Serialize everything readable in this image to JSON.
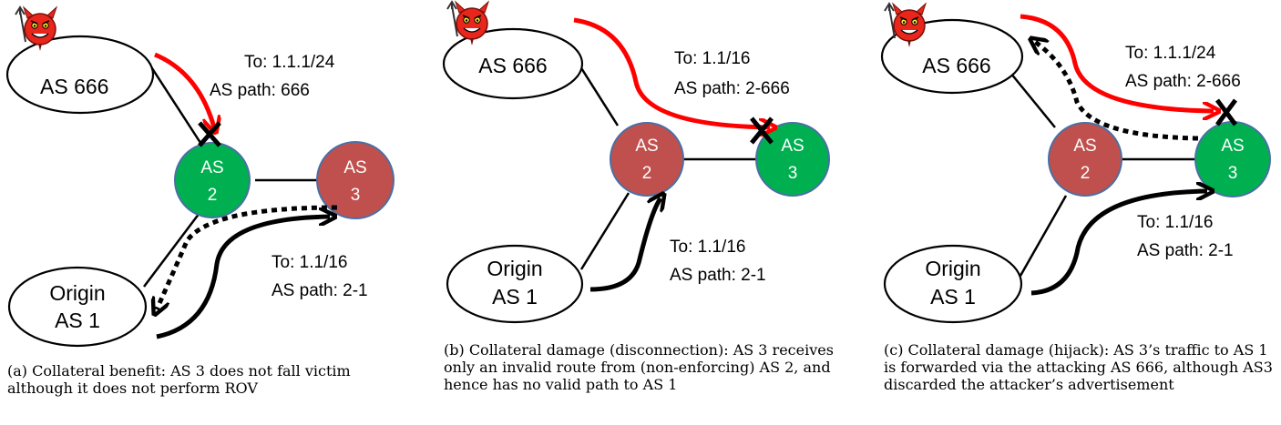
{
  "colors": {
    "red_node": "#c0504d",
    "green_node": "#00b050",
    "node_stroke": "#4a6fa5",
    "hijack_arrow": "#ff0000"
  },
  "icons": [
    "devil-icon",
    "x-mark-icon"
  ],
  "panel_a": {
    "as666": "AS 666",
    "origin_line1": "Origin",
    "origin_line2": "AS 1",
    "node2_line1": "AS",
    "node2_line2": "2",
    "node3_line1": "AS",
    "node3_line2": "3",
    "route_invalid_to": "To: 1.1.1/24",
    "route_invalid_path": "AS path: 666",
    "route_valid_to": "To: 1.1/16",
    "route_valid_path": "AS path: 2-1",
    "caption": "(a) Collateral benefit: AS 3 does not fall victim although it does not perform ROV"
  },
  "panel_b": {
    "as666": "AS 666",
    "origin_line1": "Origin",
    "origin_line2": "AS 1",
    "node2_line1": "AS",
    "node2_line2": "2",
    "node3_line1": "AS",
    "node3_line2": "3",
    "route_invalid_to": "To: 1.1/16",
    "route_invalid_path": "AS path: 2-666",
    "route_valid_to": "To: 1.1/16",
    "route_valid_path": "AS path: 2-1",
    "caption": "(b) Collateral damage (disconnection): AS 3 receives only an invalid route from (non-enforcing) AS 2, and hence has no valid path to AS 1"
  },
  "panel_c": {
    "as666": "AS 666",
    "origin_line1": "Origin",
    "origin_line2": "AS 1",
    "node2_line1": "AS",
    "node2_line2": "2",
    "node3_line1": "AS",
    "node3_line2": "3",
    "route_invalid_to": "To: 1.1.1/24",
    "route_invalid_path": "AS path: 2-666",
    "route_valid_to": "To: 1.1/16",
    "route_valid_path": "AS path: 2-1",
    "caption": "(c) Collateral damage (hijack): AS 3’s traffic to AS 1 is forwarded via the attacking AS 666, although AS3 discarded the attacker’s advertisement"
  }
}
